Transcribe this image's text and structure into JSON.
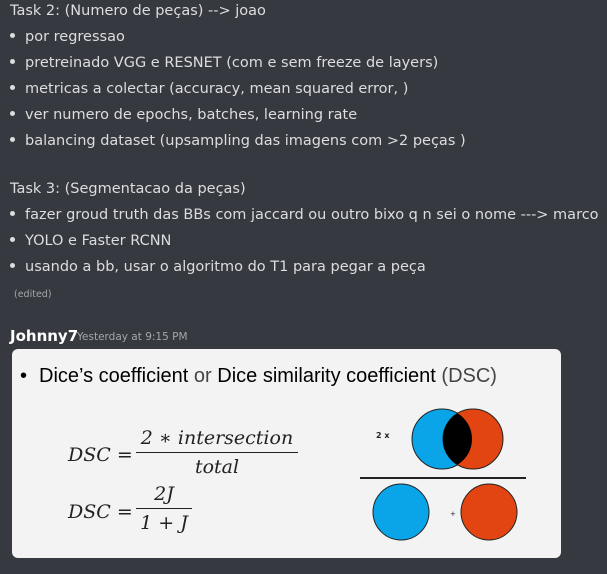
{
  "messages": {
    "task2_header": "Task 2: (Numero de peças) --> joao",
    "task2_items": [
      "por regressao",
      "pretreinado VGG e RESNET (com e sem freeze de layers)",
      "metricas a colectar (accuracy, mean squared error, )",
      "ver numero de epochs, batches, learning rate",
      "balancing dataset (upsampling das imagens com >2 peças )"
    ],
    "task3_header": "Task 3: (Segmentacao da peças)",
    "task3_items": [
      "fazer groud truth das BBs com jaccard ou outro bixo q n sei o nome ---> marco",
      "YOLO e Faster RCNN",
      "usando a bb, usar o algoritmo do T1 para pegar a peça"
    ],
    "edited": "(edited)"
  },
  "post": {
    "author": "Johnny7",
    "timestamp": "Yesterday at 9:15 PM"
  },
  "slide": {
    "bullet": "•",
    "title_part1": "Dice’s coefficient",
    "title_or": " or ",
    "title_part2": "Dice similarity coefficient",
    "title_abbr": " (DSC)",
    "dsc1_lhs": "DSC =",
    "dsc1_num": "2 ∗ intersection",
    "dsc1_den": "total",
    "dsc2_lhs": "DSC =",
    "dsc2_num": "2J",
    "dsc2_den": "1 + J",
    "venn_label": "2 x",
    "plus_label": "+",
    "colors": {
      "blue": "#0aa5e8",
      "orange": "#e24412",
      "overlap": "#000000"
    }
  }
}
